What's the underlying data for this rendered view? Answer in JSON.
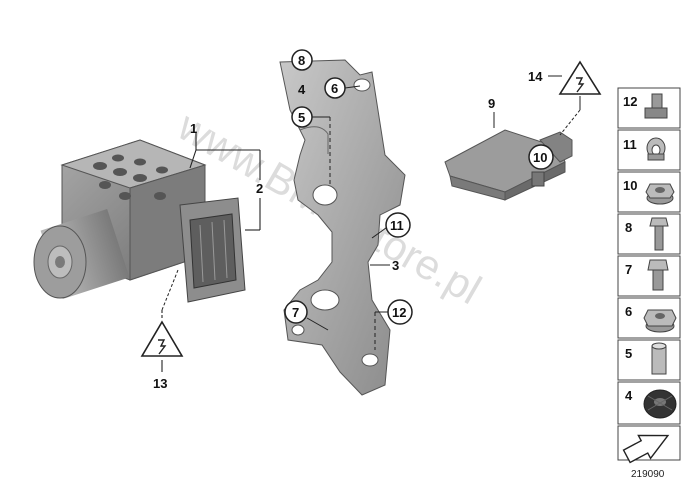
{
  "labels": {
    "p1": "1",
    "p2": "2",
    "p3": "3",
    "p4": "4",
    "p5": "5",
    "p6": "6",
    "p7": "7",
    "p8": "8",
    "p9": "9",
    "p10": "10",
    "p11": "11",
    "p12": "12",
    "p13": "13",
    "p14": "14"
  },
  "sidebar": {
    "items": [
      {
        "label": "12",
        "icon": "connector-clip-icon"
      },
      {
        "label": "11",
        "icon": "bracket-clip-icon"
      },
      {
        "label": "10",
        "icon": "collar-nut-icon"
      },
      {
        "label": "8",
        "icon": "hex-bolt-long-icon"
      },
      {
        "label": "7",
        "icon": "hex-bolt-short-icon"
      },
      {
        "label": "6",
        "icon": "hex-nut-icon"
      },
      {
        "label": "5",
        "icon": "sleeve-icon"
      },
      {
        "label": "4",
        "icon": "rubber-grommet-icon"
      }
    ]
  },
  "watermark": "www.BMWstore.pl",
  "diagram_number": "219090",
  "colors": {
    "part_gray": "#8c8c8c",
    "part_dark": "#5e5e5e",
    "part_light": "#b4b4b4",
    "watermark": "#d8d8d8"
  }
}
